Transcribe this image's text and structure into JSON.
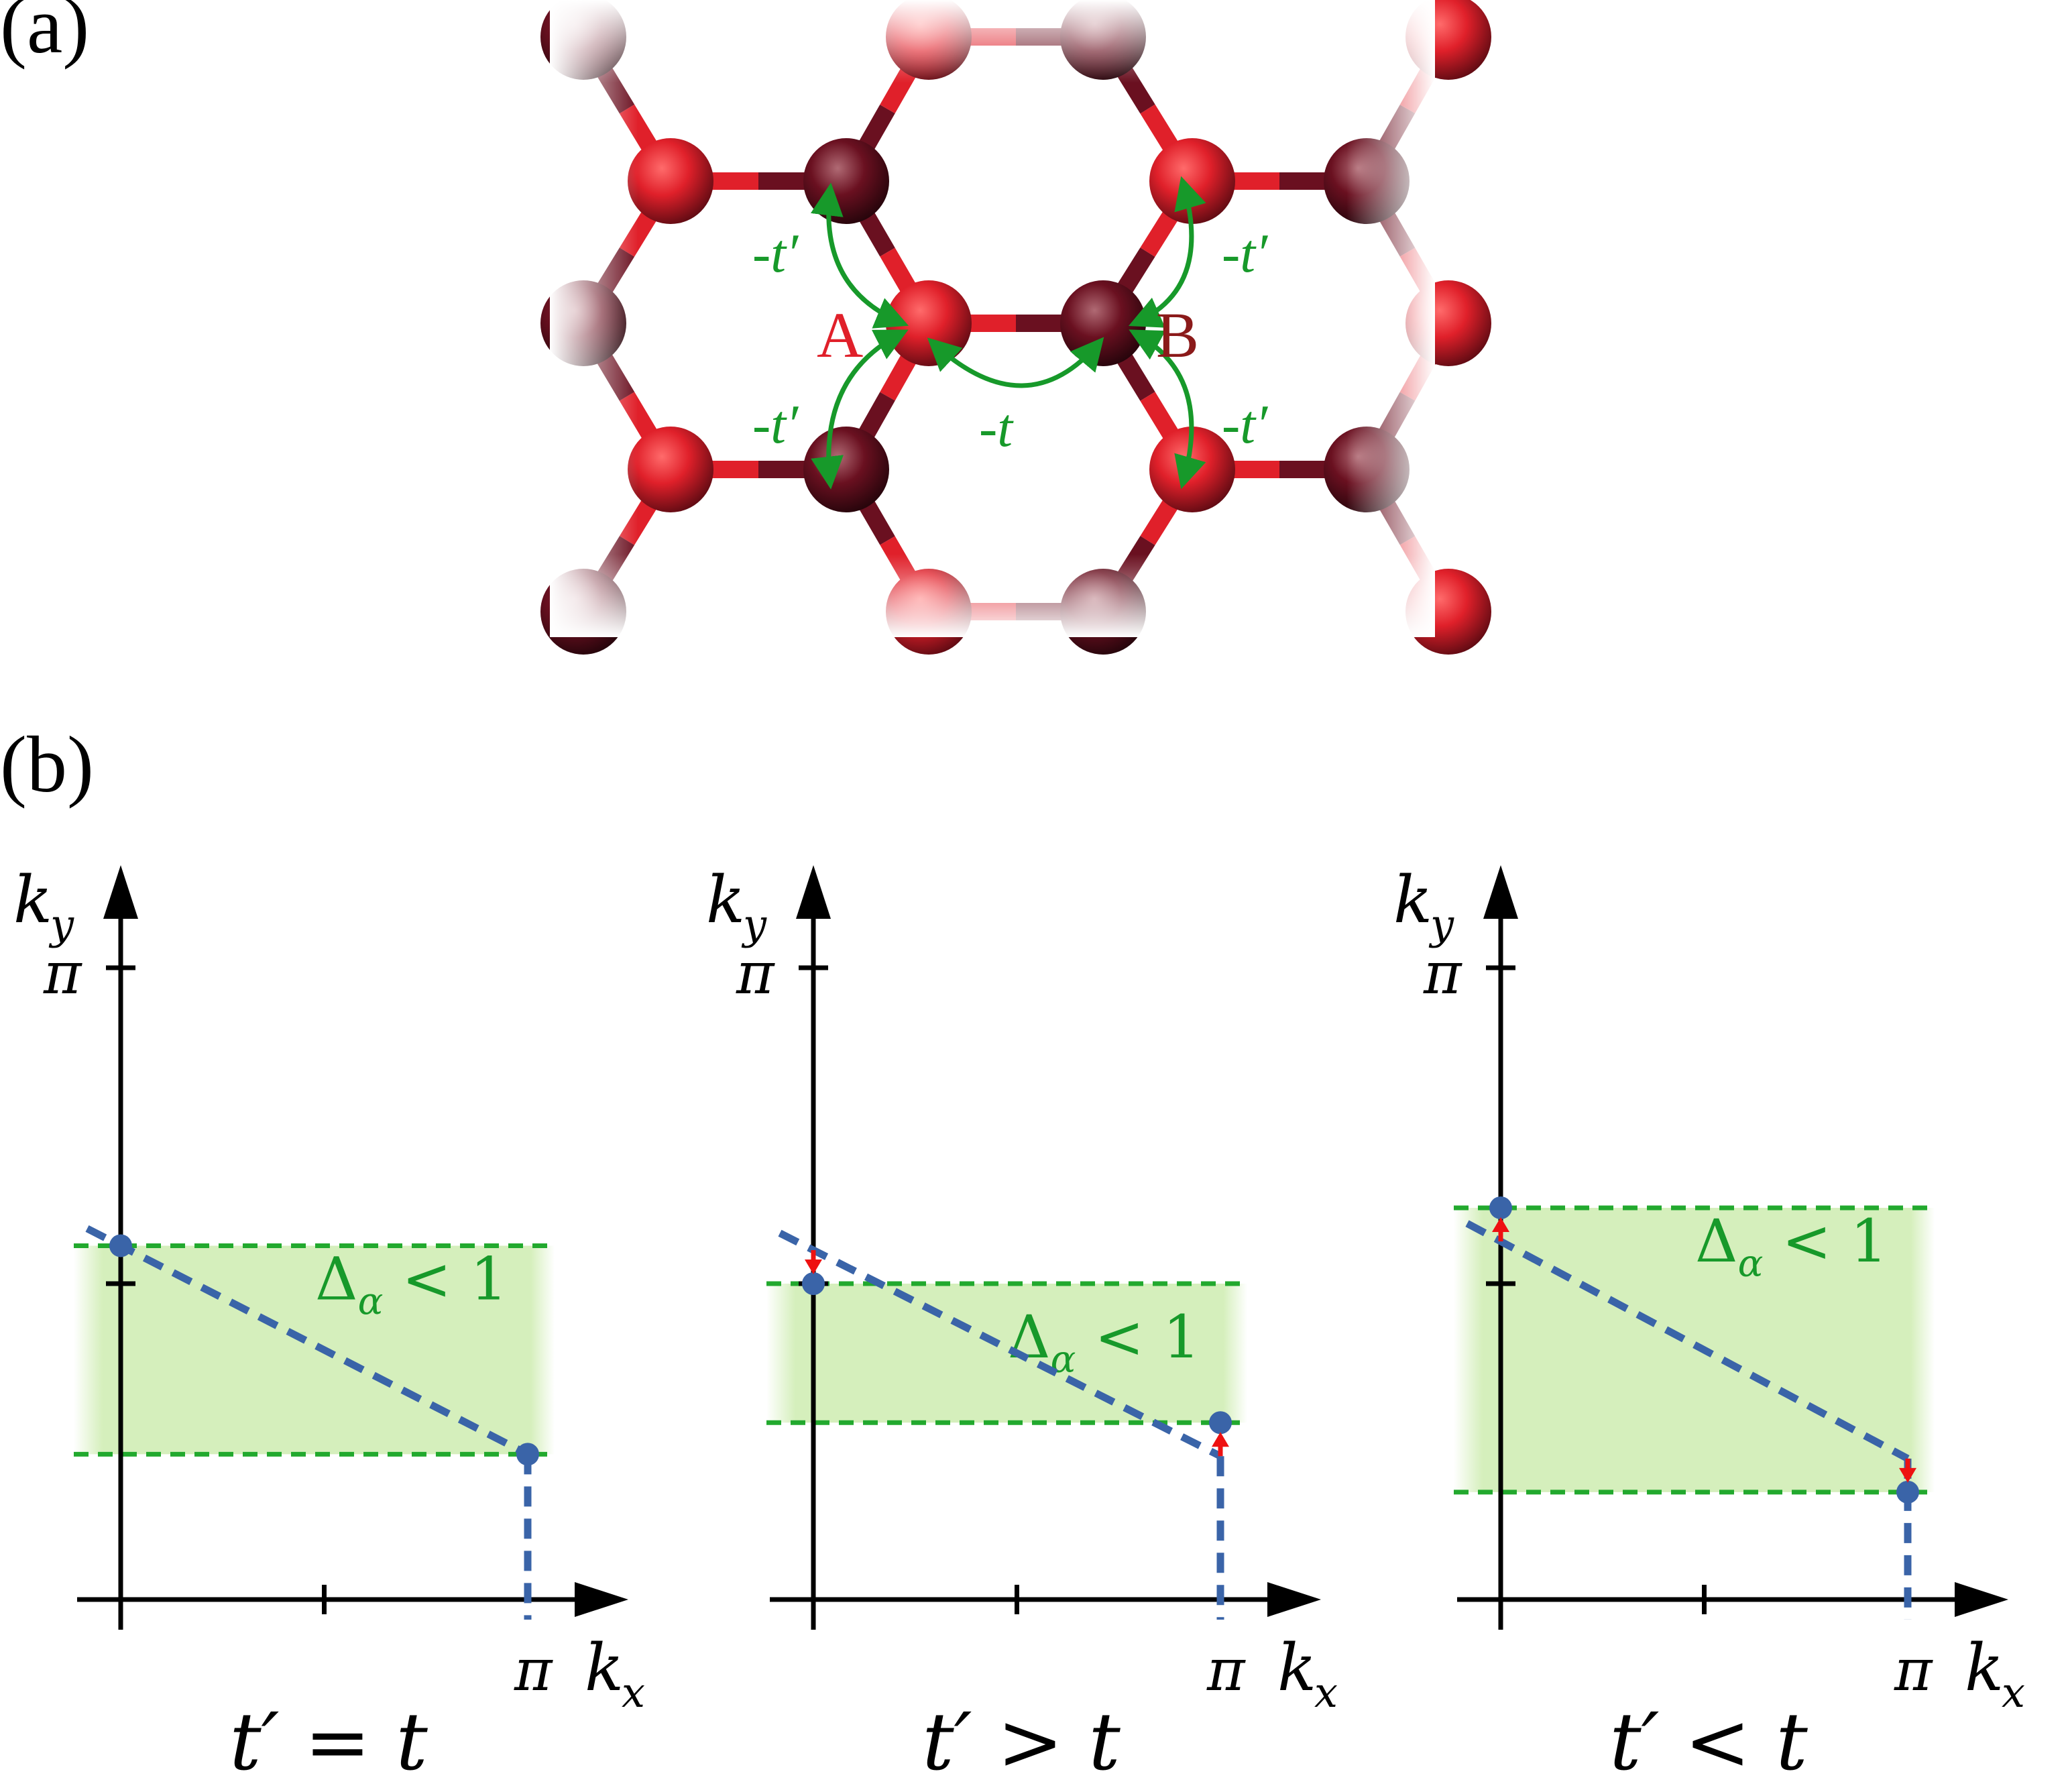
{
  "panel_a": {
    "label": "(a)",
    "site_a": "A",
    "site_b": "B",
    "hop_nn": "-t",
    "hop_nnn": "-t′",
    "colors": {
      "site_a": "#e0202a",
      "site_b": "#6a1020",
      "hop": "#17992a"
    }
  },
  "panel_b": {
    "label": "(b)",
    "axis_y": "k",
    "axis_y_sub": "y",
    "axis_x": "k",
    "axis_x_sub": "x",
    "pi": "π",
    "delta": "Δ",
    "delta_sub": "α",
    "delta_rel": " < 1",
    "colors": {
      "band": "#d5efbc",
      "band_edge": "#22a92e",
      "line": "#3a64a8",
      "arrow": "#ee1111"
    },
    "subplots": [
      {
        "condition": "t′ = t",
        "ky_at_0": 0.56,
        "ky_at_pi": 0.23,
        "band": [
          0.23,
          0.56
        ],
        "shift": "none"
      },
      {
        "condition": "t′ > t",
        "ky_at_0": 0.5,
        "ky_at_pi": 0.28,
        "band": [
          0.28,
          0.5
        ],
        "shift": "inward"
      },
      {
        "condition": "t′ < t",
        "ky_at_0": 0.62,
        "ky_at_pi": 0.17,
        "band": [
          0.17,
          0.62
        ],
        "shift": "outward"
      }
    ]
  }
}
